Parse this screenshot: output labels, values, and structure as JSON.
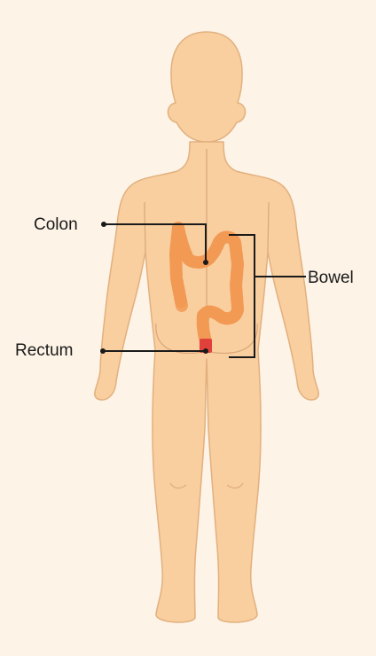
{
  "labels": {
    "colon": "Colon",
    "rectum": "Rectum",
    "bowel": "Bowel"
  },
  "colors": {
    "background": "#FDF3E7",
    "skin": "#F9CFA0",
    "skin_outline": "#E2B07E",
    "body_line": "#D9A678",
    "colon": "#F4A25F",
    "rectum": "#E2413B",
    "leader_line": "#1a1a1a"
  }
}
